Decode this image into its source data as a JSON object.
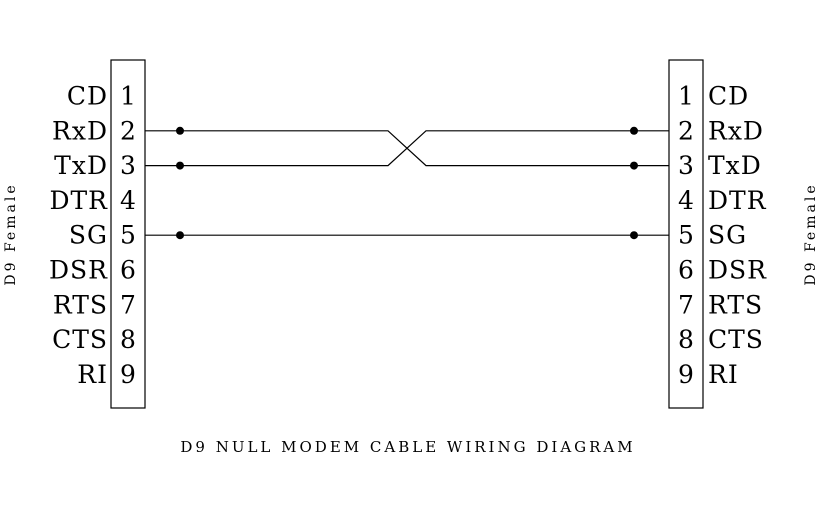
{
  "left_connector": {
    "label": "D9 Female",
    "pins": [
      {
        "number": "1",
        "signal": "CD"
      },
      {
        "number": "2",
        "signal": "RxD"
      },
      {
        "number": "3",
        "signal": "TxD"
      },
      {
        "number": "4",
        "signal": "DTR"
      },
      {
        "number": "5",
        "signal": "SG"
      },
      {
        "number": "6",
        "signal": "DSR"
      },
      {
        "number": "7",
        "signal": "RTS"
      },
      {
        "number": "8",
        "signal": "CTS"
      },
      {
        "number": "9",
        "signal": "RI"
      }
    ]
  },
  "right_connector": {
    "label": "D9 Female",
    "pins": [
      {
        "number": "1",
        "signal": "CD"
      },
      {
        "number": "2",
        "signal": "RxD"
      },
      {
        "number": "3",
        "signal": "TxD"
      },
      {
        "number": "4",
        "signal": "DTR"
      },
      {
        "number": "5",
        "signal": "SG"
      },
      {
        "number": "6",
        "signal": "DSR"
      },
      {
        "number": "7",
        "signal": "RTS"
      },
      {
        "number": "8",
        "signal": "CTS"
      },
      {
        "number": "9",
        "signal": "RI"
      }
    ]
  },
  "connections": [
    {
      "from_pin": "2",
      "to_pin": "3"
    },
    {
      "from_pin": "3",
      "to_pin": "2"
    },
    {
      "from_pin": "5",
      "to_pin": "5"
    }
  ],
  "title": "D9 NULL MODEM CABLE WIRING DIAGRAM"
}
